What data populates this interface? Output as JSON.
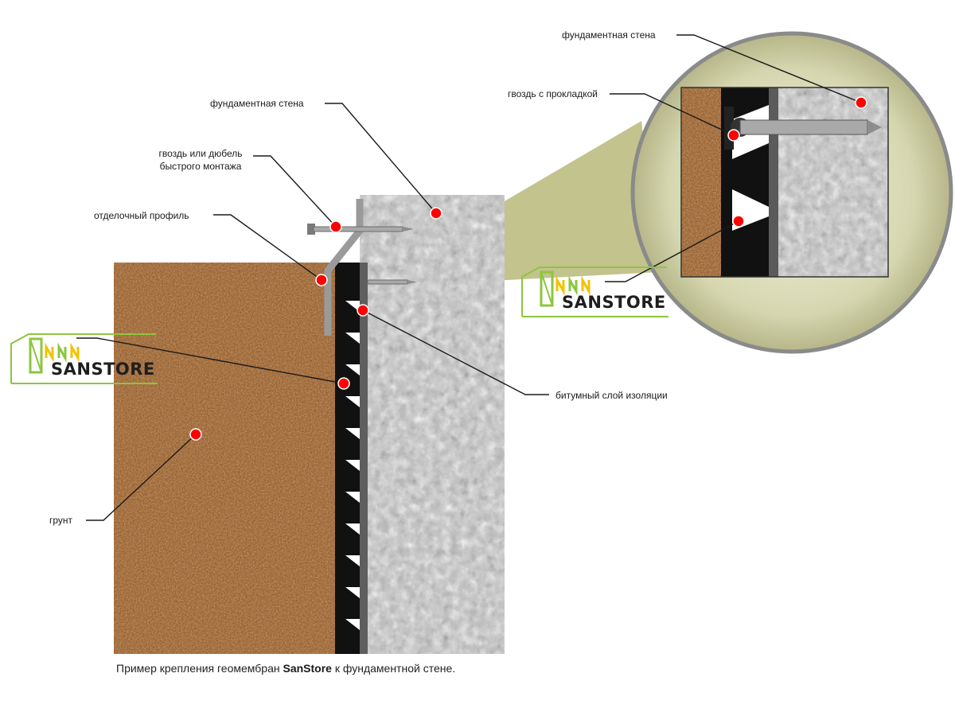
{
  "labels": {
    "wall_main": "фундаментная стена",
    "nail_line1": "гвоздь или дюбель",
    "nail_line2": "быстрого монтажа",
    "profile": "отделочный профиль",
    "bitumen": "битумный слой изоляции",
    "soil": "грунт",
    "zoom_wall": "фундаментная стена",
    "zoom_nail": "гвоздь с прокладкой"
  },
  "caption": {
    "before": "Пример крепления геомембран ",
    "brand": "SanStore",
    "after": " к фундаментной стене."
  },
  "logo": {
    "word": "SANSTORE",
    "colors": {
      "green": "#8cc63f",
      "yellow": "#f2c200",
      "text": "#1f1f1f"
    }
  },
  "colors": {
    "soil": "#8a4f23",
    "concrete": "#b9b9b9",
    "membrane": "#111111",
    "marker": "#ff0000",
    "lens": "#c8c89a"
  }
}
